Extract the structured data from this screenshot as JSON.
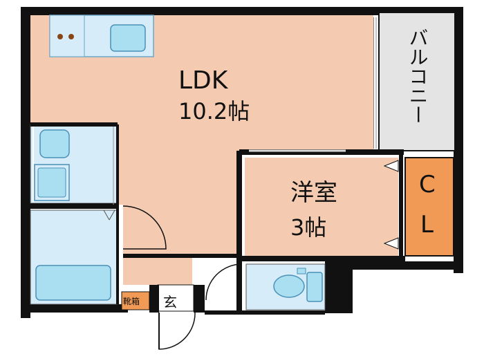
{
  "rooms": {
    "ldk": {
      "name": "LDK",
      "size": "10.2帖"
    },
    "western": {
      "name": "洋室",
      "size": "3帖"
    },
    "closet": {
      "name": "C",
      "name2": "L"
    },
    "balcony": {
      "name": "バルコニー"
    },
    "entrance": {
      "name": "玄"
    },
    "shoe_box": {
      "name": "靴箱"
    }
  },
  "colors": {
    "wall": "#111111",
    "ldk_floor": "#f4cbb0",
    "western_floor": "#f4cbb0",
    "closet": "#f09a55",
    "wet_area": "#d6ecf8",
    "fixture": "#a9dff1",
    "balcony": "#e4e4e4",
    "shoe_box": "#f09a55"
  }
}
